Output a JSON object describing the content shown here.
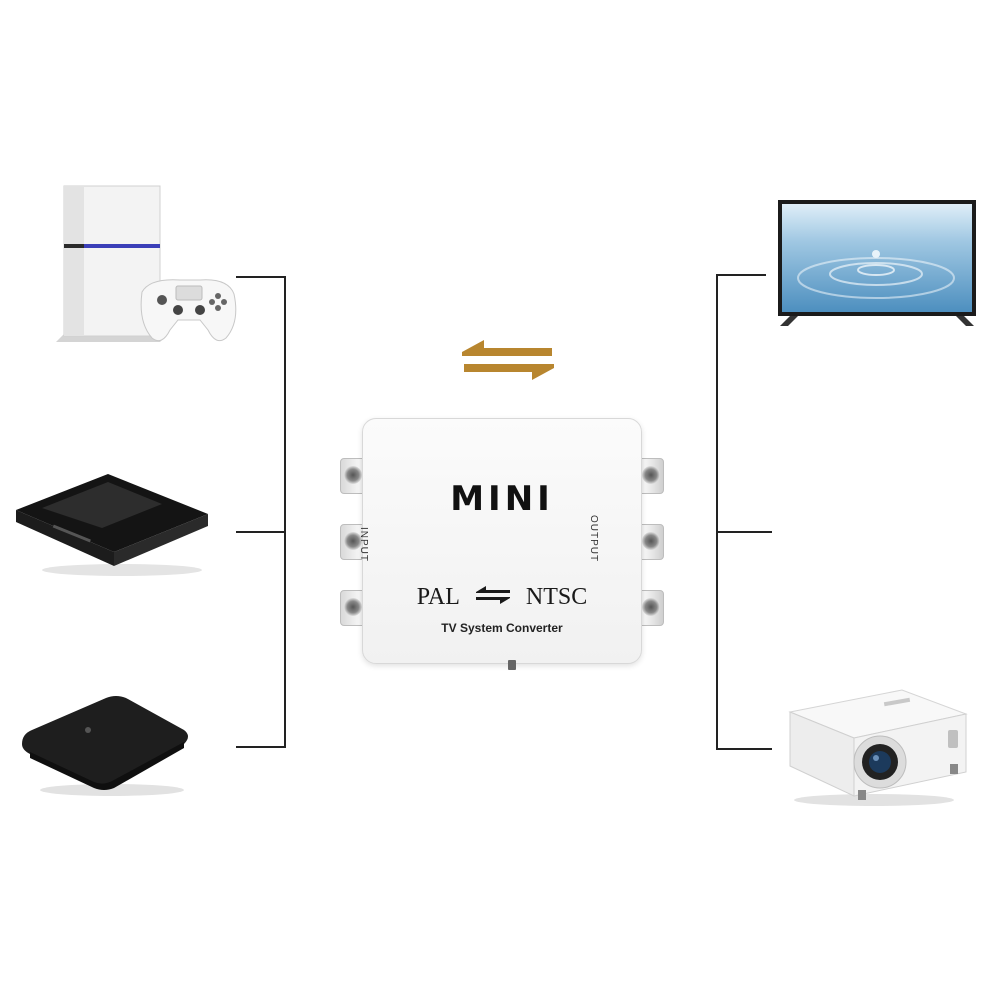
{
  "converter": {
    "brand": "MINI",
    "input_label": "INPUT",
    "output_label": "OUTPUT",
    "mode_left": "PAL",
    "mode_right": "NTSC",
    "subtitle": "TV System Converter"
  },
  "sources": [
    {
      "icon": "game-console-icon"
    },
    {
      "icon": "dvd-player-icon"
    },
    {
      "icon": "tv-box-icon"
    }
  ],
  "outputs": [
    {
      "icon": "tv-icon"
    },
    {
      "icon": "projector-icon"
    }
  ],
  "colors": {
    "accent_arrow": "#b8862f",
    "line": "#222222",
    "device_body": "#f4f4f4"
  }
}
